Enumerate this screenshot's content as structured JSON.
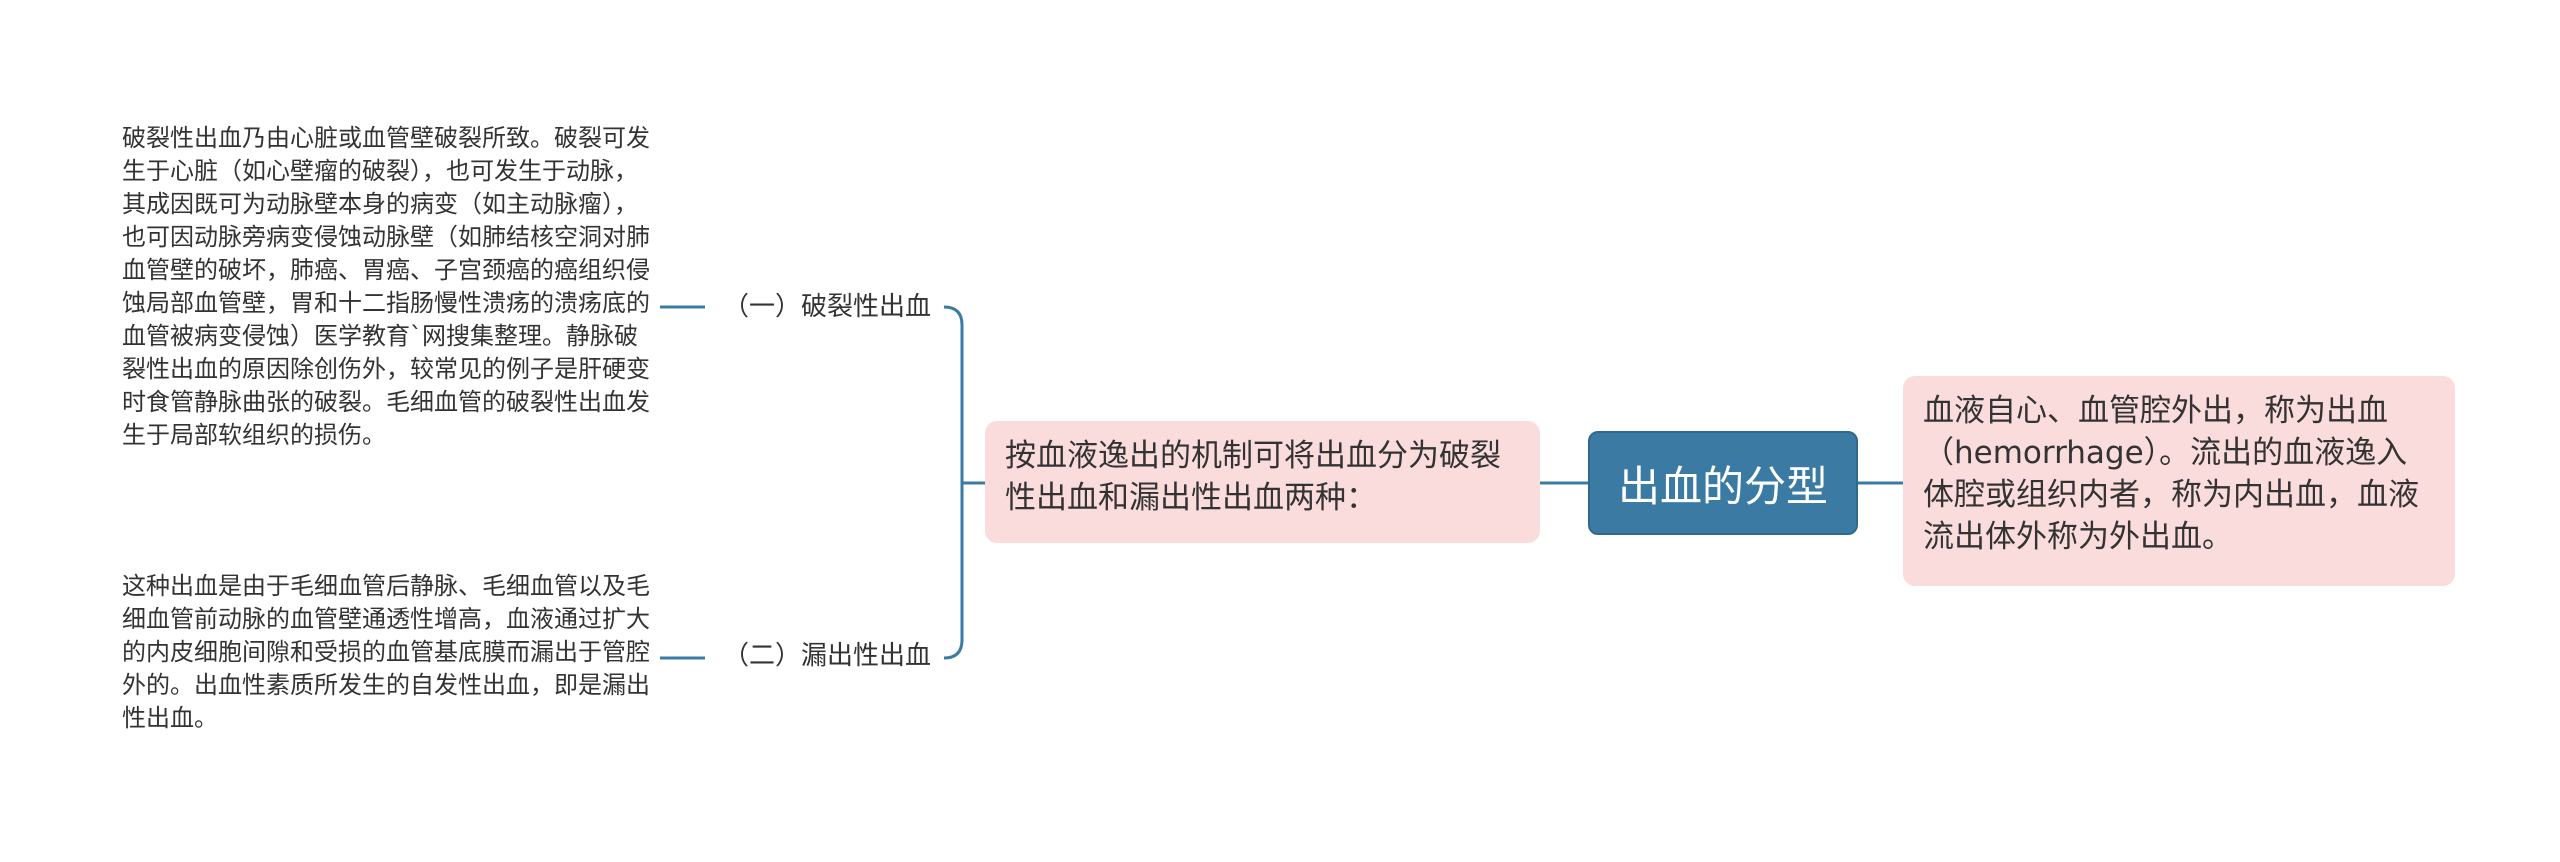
{
  "root": {
    "label": "出血的分型"
  },
  "definition": {
    "text": "血液自心、血管腔外出，称为出血（hemorrhage）。流出的血液逸入体腔或组织内者，称为内出血，血液流出体外称为外出血。"
  },
  "mechanism": {
    "text": "按血液逸出的机制可将出血分为破裂性出血和漏出性出血两种："
  },
  "branches": [
    {
      "label": "（一）破裂性出血",
      "detail": "破裂性出血乃由心脏或血管壁破裂所致。破裂可发生于心脏（如心壁瘤的破裂），也可发生于动脉，其成因既可为动脉壁本身的病变（如主动脉瘤），也可因动脉旁病变侵蚀动脉壁（如肺结核空洞对肺血管壁的破坏，肺癌、胃癌、子宫颈癌的癌组织侵蚀局部血管壁，胃和十二指肠慢性溃疡的溃疡底的血管被病变侵蚀）医学教育`网搜集整理。静脉破裂性出血的原因除创伤外，较常见的例子是肝硬变时食管静脉曲张的破裂。毛细血管的破裂性出血发生于局部软组织的损伤。"
    },
    {
      "label": "（二）漏出性出血",
      "detail": "这种出血是由于毛细血管后静脉、毛细血管以及毛细血管前动脉的血管壁通透性增高，血液通过扩大的内皮细胞间隙和受损的血管基底膜而漏出于管腔外的。出血性素质所发生的自发性出血，即是漏出性出血。"
    }
  ],
  "colors": {
    "root_fill": "#3b7ba3",
    "node_fill": "#fbdcdc",
    "connector": "#3b7ba3",
    "text": "#333333"
  }
}
